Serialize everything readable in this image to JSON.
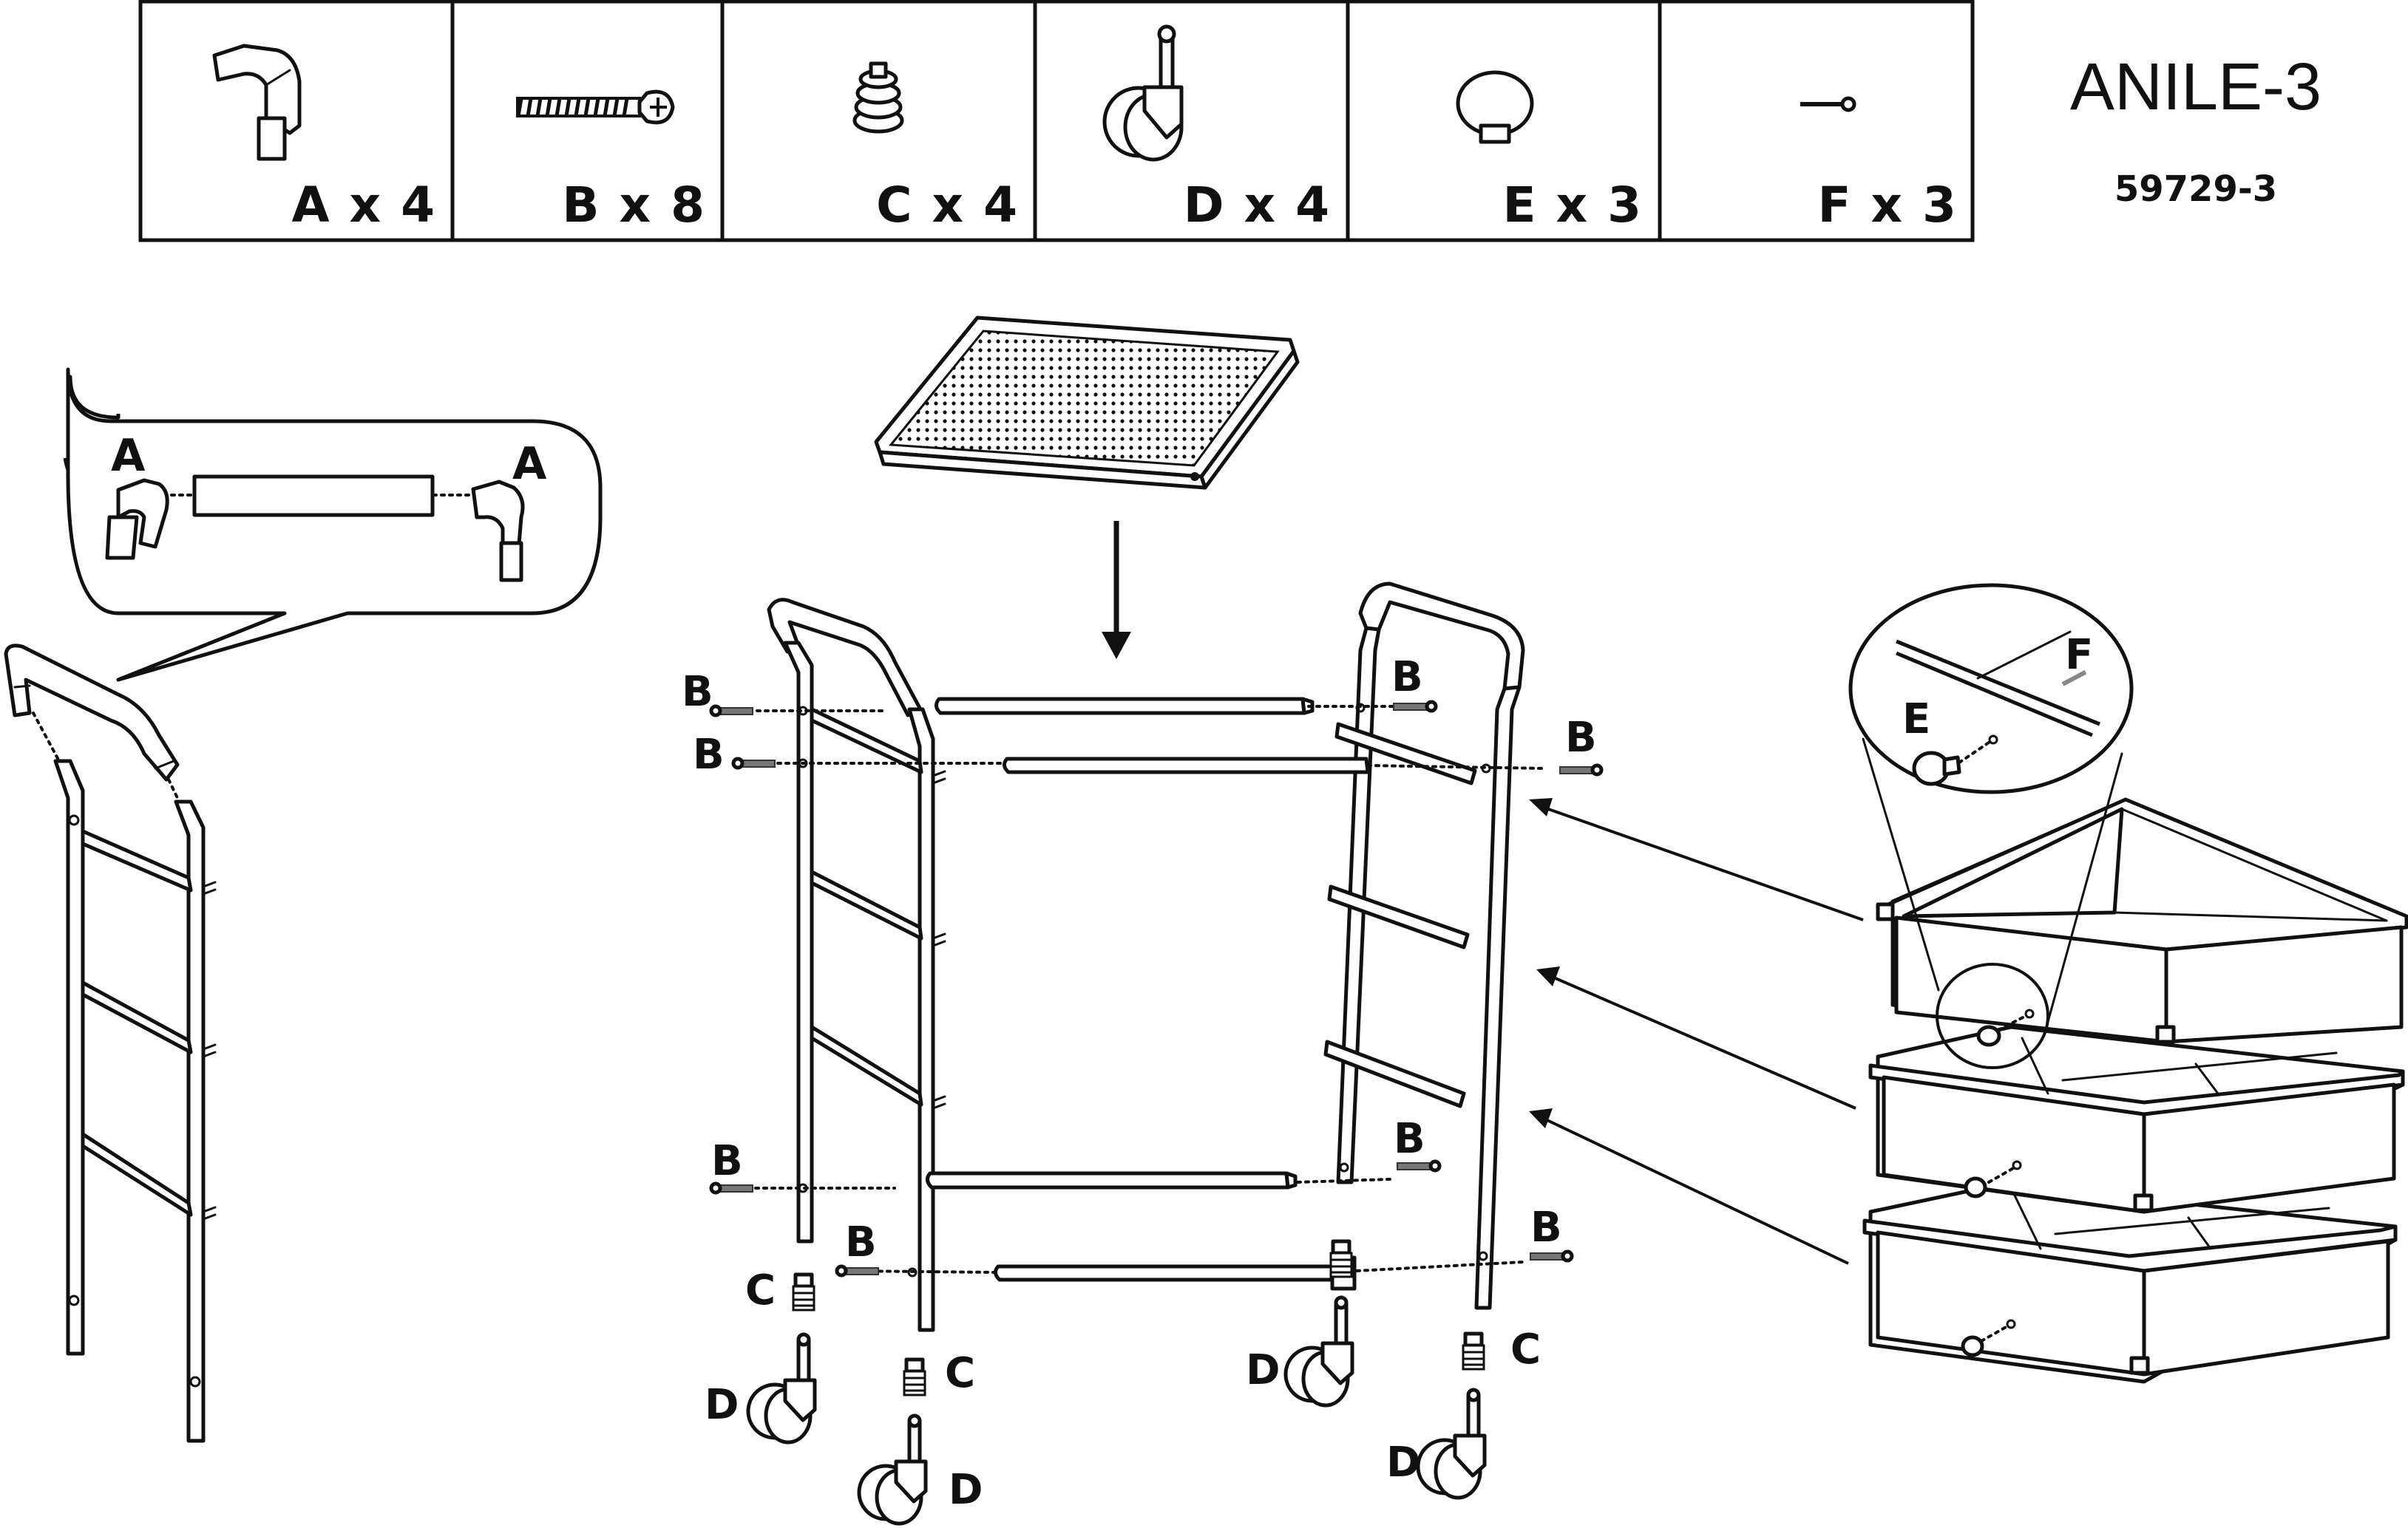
{
  "product": {
    "name": "ANILE-3",
    "code": "59729-3"
  },
  "parts": [
    {
      "letter": "A",
      "count_text": "A x 4",
      "icon": "corner-connector-icon"
    },
    {
      "letter": "B",
      "count_text": "B x 8",
      "icon": "screw-icon"
    },
    {
      "letter": "C",
      "count_text": "C x 4",
      "icon": "leveler-insert-icon"
    },
    {
      "letter": "D",
      "count_text": "D x 4",
      "icon": "caster-wheel-icon"
    },
    {
      "letter": "E",
      "count_text": "E x 3",
      "icon": "knob-icon"
    },
    {
      "letter": "F",
      "count_text": "F x 3",
      "icon": "small-screw-icon"
    }
  ],
  "labels": {
    "a": "A",
    "b": "B",
    "c": "C",
    "d": "D",
    "e": "E",
    "f": "F"
  }
}
